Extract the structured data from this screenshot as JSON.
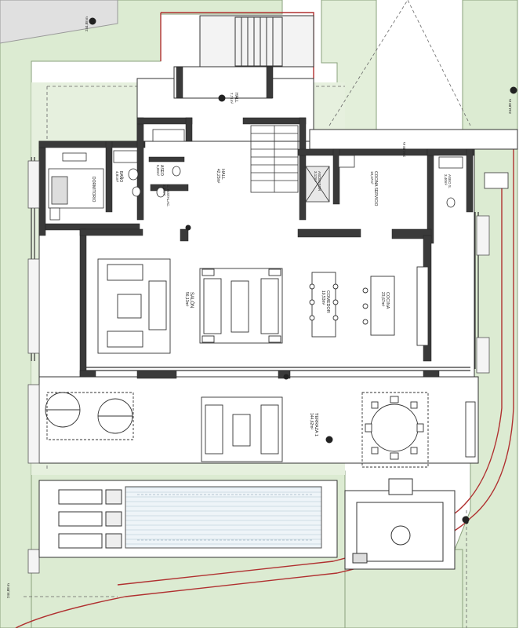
{
  "plan": {
    "rooms": {
      "hall": {
        "name": "HALL",
        "area": "42,23m²"
      },
      "hall_top": {
        "name": "HALL",
        "area": "7,71m²"
      },
      "aseo": {
        "name": "ASEO",
        "area": "5,09m²"
      },
      "banio": {
        "name": "BAÑO",
        "area": "4,81m²"
      },
      "dormitorio": {
        "name": "DORMITORIO",
        "area": ""
      },
      "c_instalaciones": {
        "name": "C. INSTALAC.",
        "area": "3,38m²"
      },
      "ascensor": {
        "name": "ASCENSOR",
        "area": "3,12m²"
      },
      "cocina_servicio": {
        "name": "COCINA SERVICIO",
        "area": "18,47m²"
      },
      "aseo_s": {
        "name": "ASEO S.",
        "area": "3,40m²"
      },
      "salon": {
        "name": "SALÓN",
        "area": "56,13m²"
      },
      "comedor": {
        "name": "COMEDOR",
        "area": "19,53m²"
      },
      "cocina": {
        "name": "COCINA",
        "area": "23,67m²"
      },
      "terraza": {
        "name": "TERRAZA 1",
        "area": "144,62m²"
      }
    },
    "levels": {
      "top_left": "244,88 m",
      "right_top": "244,88 m",
      "bottom_left": "244,88 m",
      "terrace_band": "244,88 m"
    }
  }
}
